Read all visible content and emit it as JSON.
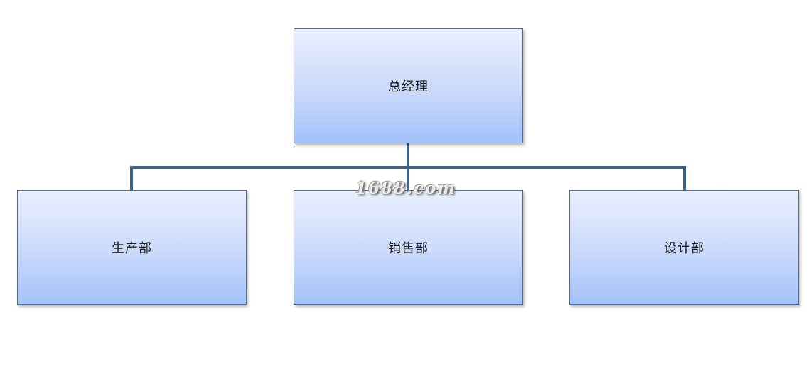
{
  "org_chart": {
    "root": {
      "label": "总经理"
    },
    "children": [
      {
        "label": "生产部"
      },
      {
        "label": "销售部"
      },
      {
        "label": "设计部"
      }
    ]
  },
  "watermark": {
    "text": "1688.com"
  },
  "colors": {
    "connector": "#3c6285",
    "box_border": "#5a6a80",
    "box_gradient_top": "#e9efff",
    "box_gradient_bottom": "#a3c2fb"
  }
}
